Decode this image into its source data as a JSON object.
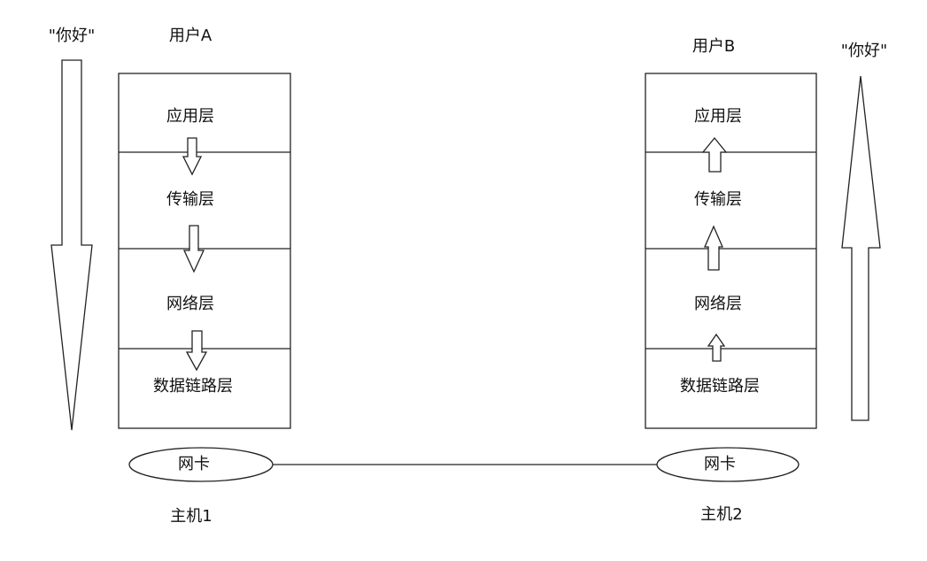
{
  "message_left": "\"你好\"",
  "message_right": "\"你好\"",
  "host_a": {
    "user": "用户A",
    "layers": [
      "应用层",
      "传输层",
      "网络层",
      "数据链路层"
    ],
    "nic": "网卡",
    "host": "主机1"
  },
  "host_b": {
    "user": "用户B",
    "layers": [
      "应用层",
      "传输层",
      "网络层",
      "数据链路层"
    ],
    "nic": "网卡",
    "host": "主机2"
  }
}
